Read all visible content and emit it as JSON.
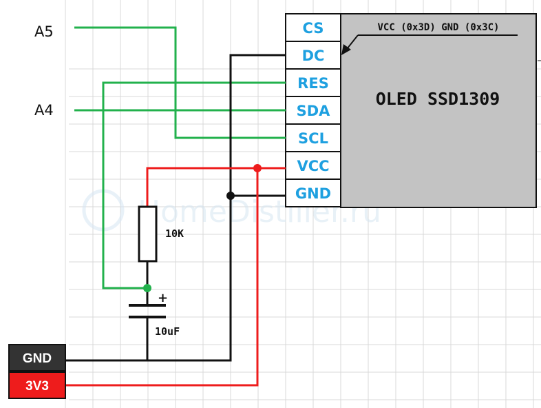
{
  "inputs": {
    "a5": "A5",
    "a4": "A4"
  },
  "oled": {
    "title": "OLED SSD1309",
    "address_note": "VCC (0x3D) GND (0x3C)",
    "pins": [
      "CS",
      "DC",
      "RES",
      "SDA",
      "SCL",
      "VCC",
      "GND"
    ]
  },
  "components": {
    "resistor": "10K",
    "capacitor": "10uF",
    "capacitor_polarity": "+"
  },
  "power": {
    "gnd": "GND",
    "v33": "3V3"
  },
  "watermark": "HomeDistiller.ru",
  "colors": {
    "signal": "#22b14c",
    "power": "#ee1c1c",
    "ground": "#111111",
    "pin_text": "#1ea0e0",
    "oled_body": "#c3c3c3",
    "grid": "#d9d9d9"
  }
}
